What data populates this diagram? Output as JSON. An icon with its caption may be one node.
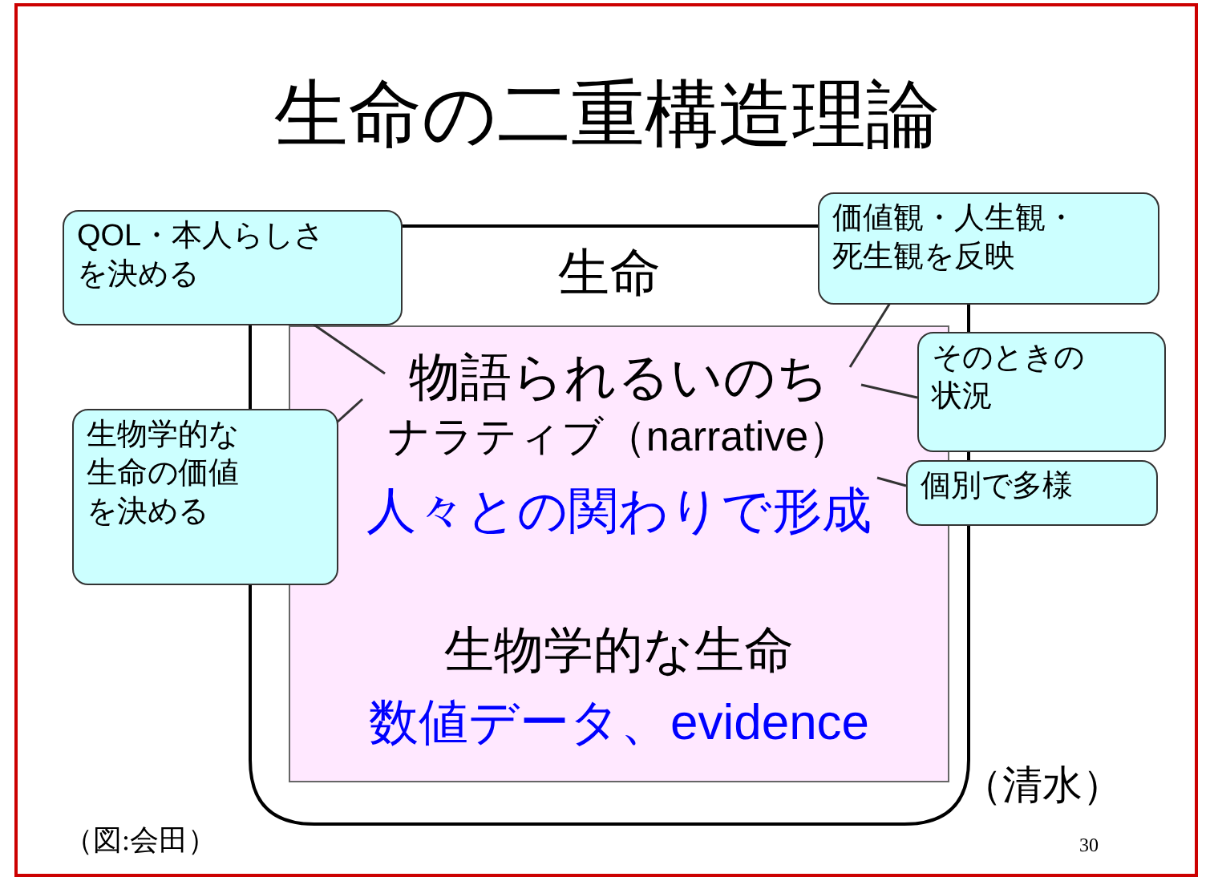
{
  "diagram": {
    "title": "生命の二重構造理論",
    "nodes": [
      {
        "text": [
          "生命"
        ]
      },
      {
        "text": [
          "物語られるいのち",
          "ナラティブ（narrative）",
          "人々との関わりで形成",
          "生物学的な生命",
          "数値データ、evidence"
        ],
        "in": 0
      },
      {
        "text": [
          "QOL・本人らしさを決める"
        ]
      },
      {
        "text": [
          "価値観・人生観・死生観を反映"
        ]
      },
      {
        "text": [
          "そのときの状況"
        ]
      },
      {
        "text": [
          "生物学的な生命の価値を決める"
        ]
      },
      {
        "text": [
          "個別で多様"
        ]
      }
    ],
    "edges": [
      {
        "from": 2,
        "to": 1,
        "arrow": "none"
      },
      {
        "from": 3,
        "to": 1,
        "arrow": "none"
      },
      {
        "from": 4,
        "to": 1,
        "arrow": "none"
      },
      {
        "from": 5,
        "to": 1,
        "arrow": "none"
      },
      {
        "from": 6,
        "to": 1,
        "arrow": "none"
      }
    ],
    "labels": [
      "（清水）",
      "（図:会田）",
      "30"
    ]
  }
}
